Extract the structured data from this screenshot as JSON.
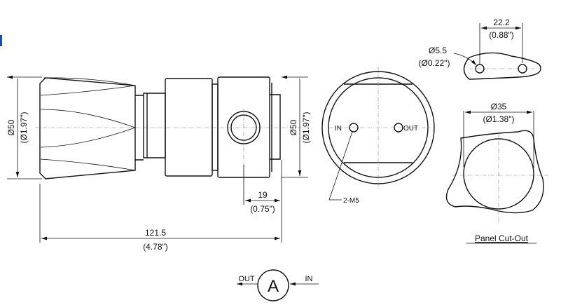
{
  "colors": {
    "accent": "#1f4fa0",
    "line": "#111111"
  },
  "side_view": {
    "dia_left": "Ø50",
    "dia_left_in": "(Ø1.97\")",
    "dia_right": "Ø50",
    "dia_right_in": "(Ø1.97\")",
    "port_offset": "19",
    "port_offset_in": "(0.75\")",
    "length": "121.5",
    "length_in": "(4.78\")"
  },
  "front_view": {
    "in_label": "IN",
    "out_label": "OUT",
    "thread_label": "2-M5"
  },
  "panel_holes": {
    "spacing": "22.2",
    "spacing_in": "(0.88\")",
    "hole_dia": "Ø5.5",
    "hole_dia_in": "(Ø0.22\")"
  },
  "panel_cutout": {
    "dia": "Ø35",
    "dia_in": "(Ø1.38\")",
    "title": "Panel Cut-Out"
  },
  "symbol": {
    "letter": "A",
    "out_label": "OUT",
    "in_label": "IN"
  }
}
